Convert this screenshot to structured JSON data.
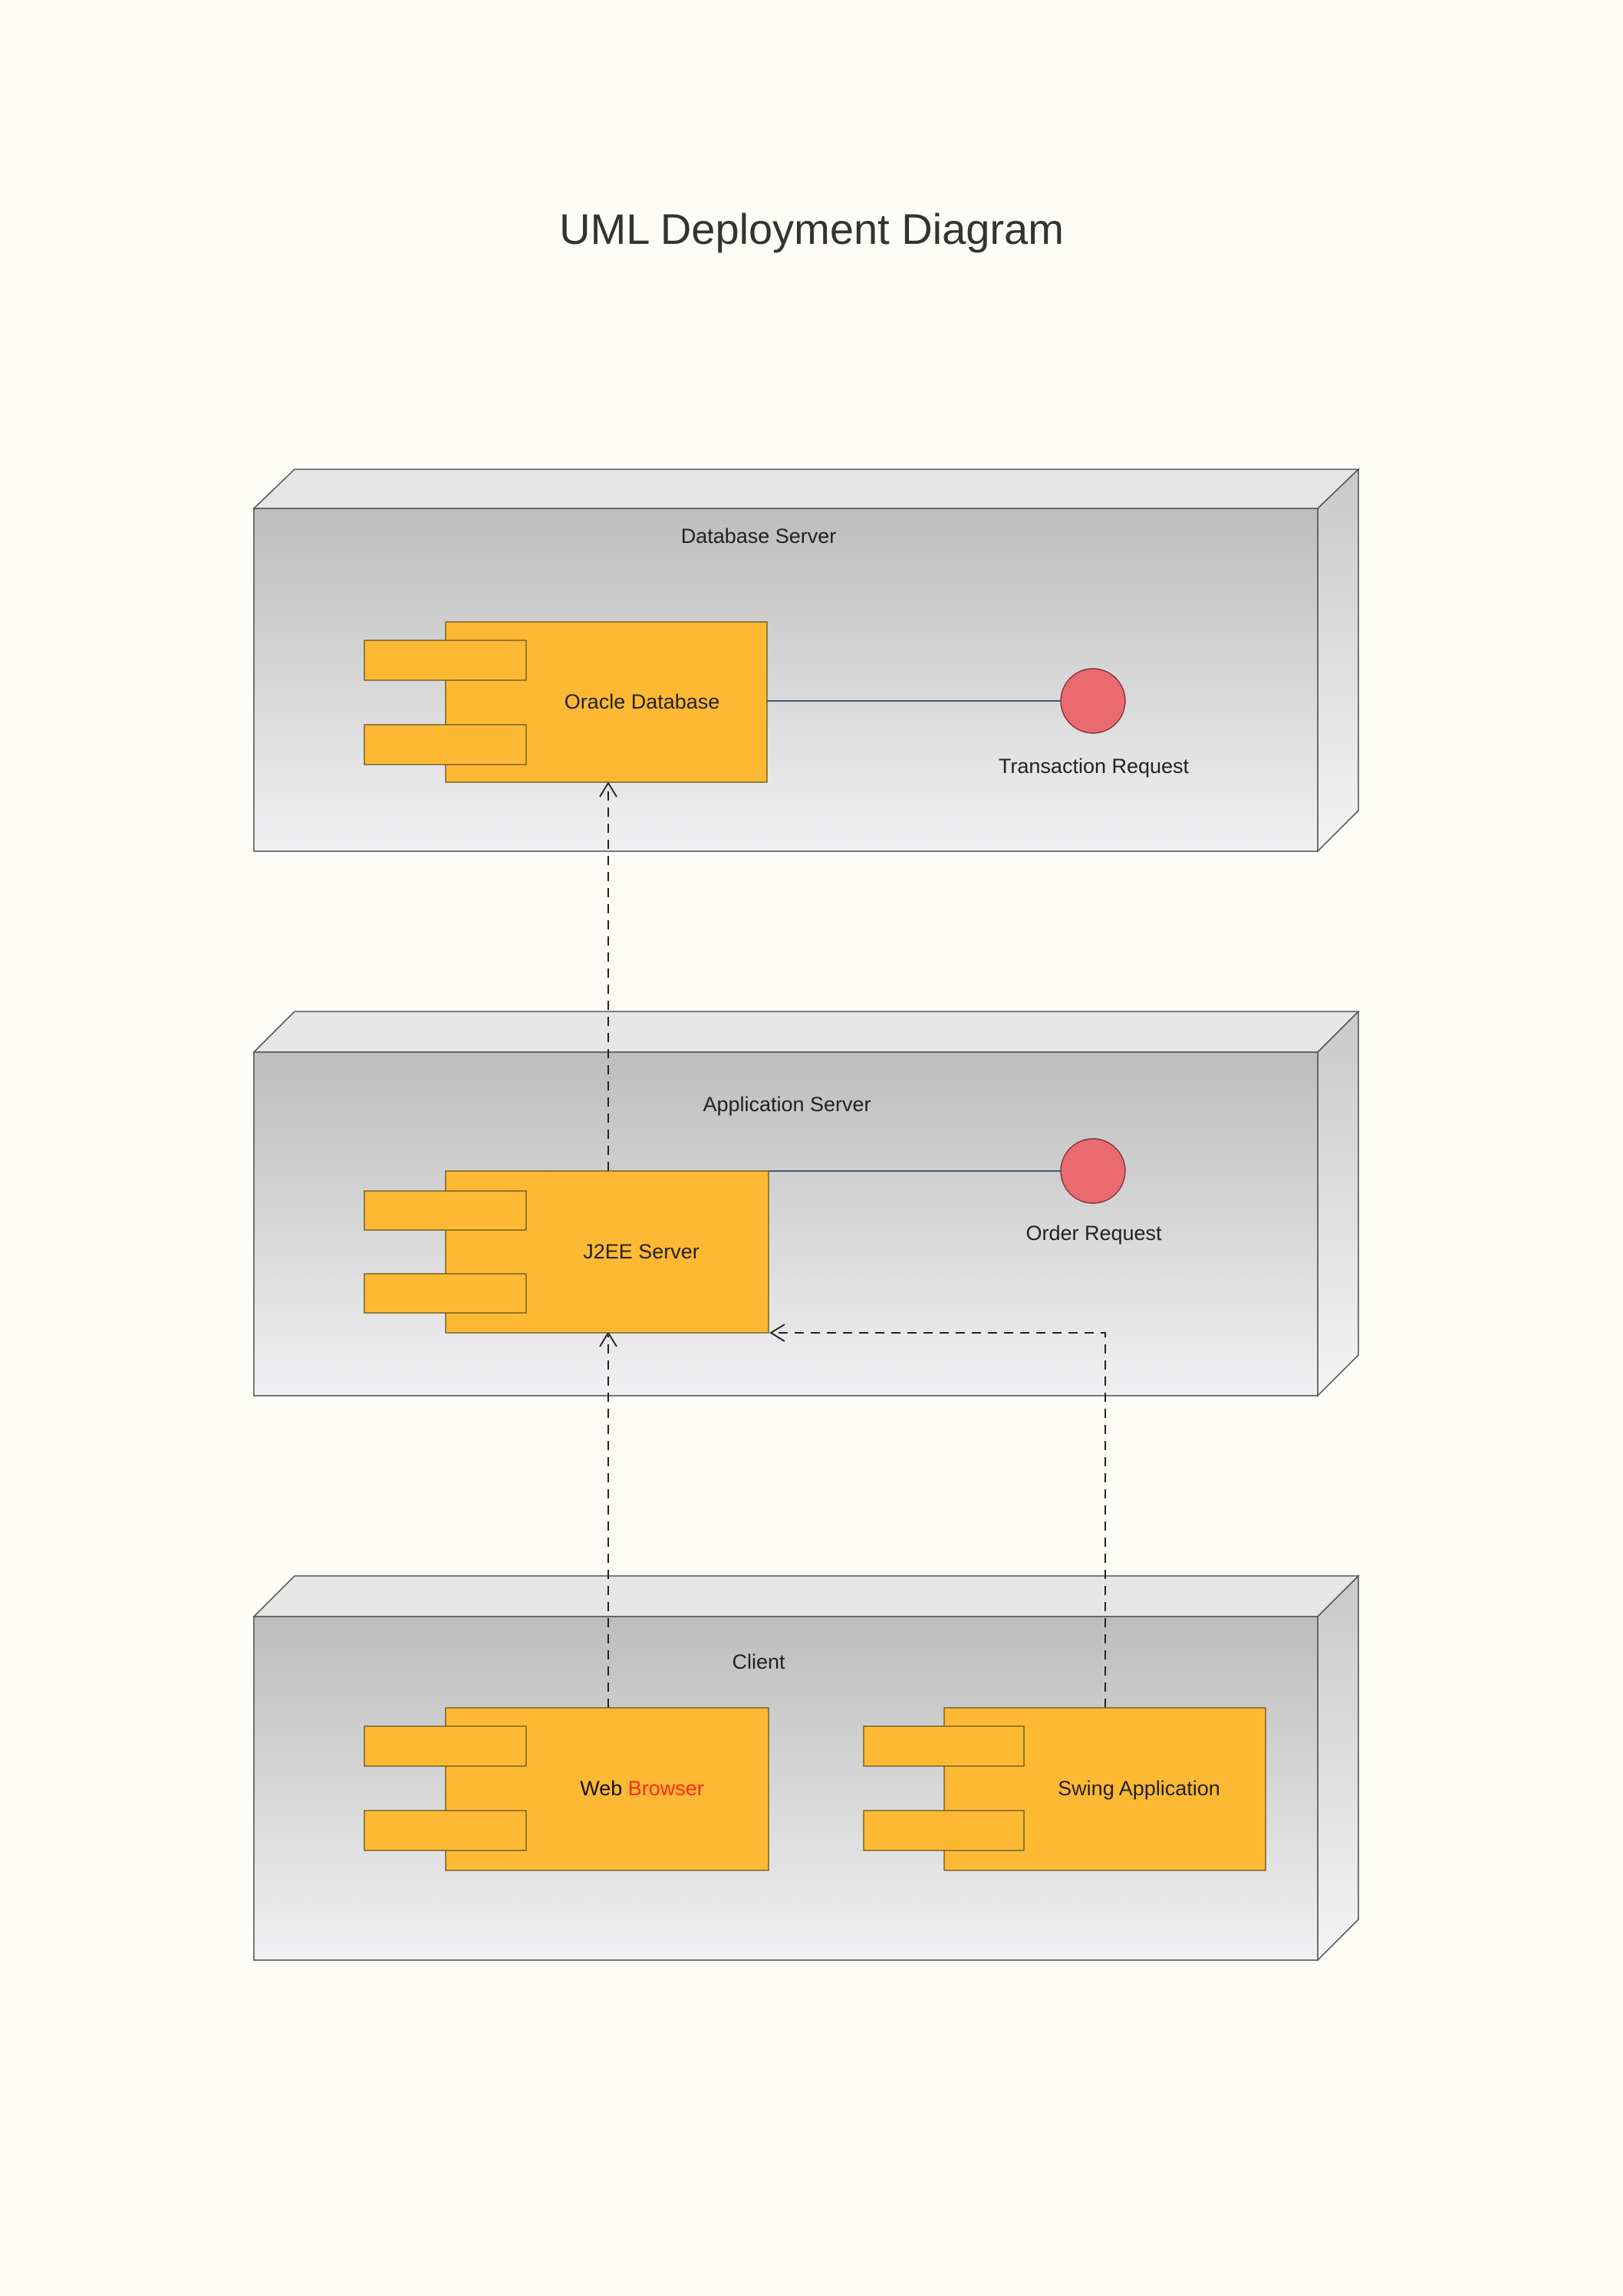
{
  "title": "UML Deployment Diagram",
  "colors": {
    "background": "#fdfcf7",
    "component_fill": "#fdb933",
    "interface_fill": "#e96a6f",
    "node_gradient_top": "#bdbdbd",
    "node_gradient_bottom": "#f1f1f3",
    "highlight_text": "#ff2a1a"
  },
  "nodes": {
    "database_server": {
      "label": "Database Server"
    },
    "application_server": {
      "label": "Application Server"
    },
    "client": {
      "label": "Client"
    }
  },
  "components": {
    "oracle_database": {
      "label": "Oracle Database"
    },
    "j2ee_server": {
      "label": "J2EE Server"
    },
    "web_browser": {
      "label_part1": "Web",
      "label_part2": "Browser"
    },
    "swing_application": {
      "label": "Swing Application"
    }
  },
  "interfaces": {
    "transaction_request": {
      "label": "Transaction Request"
    },
    "order_request": {
      "label": "Order Request"
    }
  }
}
